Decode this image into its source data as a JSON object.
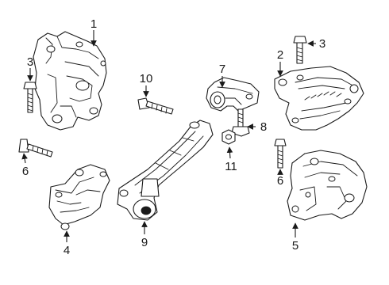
{
  "callouts": {
    "c1": "1",
    "c2": "2",
    "c3_left": "3",
    "c3_right": "3",
    "c4": "4",
    "c5": "5",
    "c6_left": "6",
    "c6_right": "6",
    "c7": "7",
    "c8": "8",
    "c9": "9",
    "c10": "10",
    "c11": "11"
  }
}
